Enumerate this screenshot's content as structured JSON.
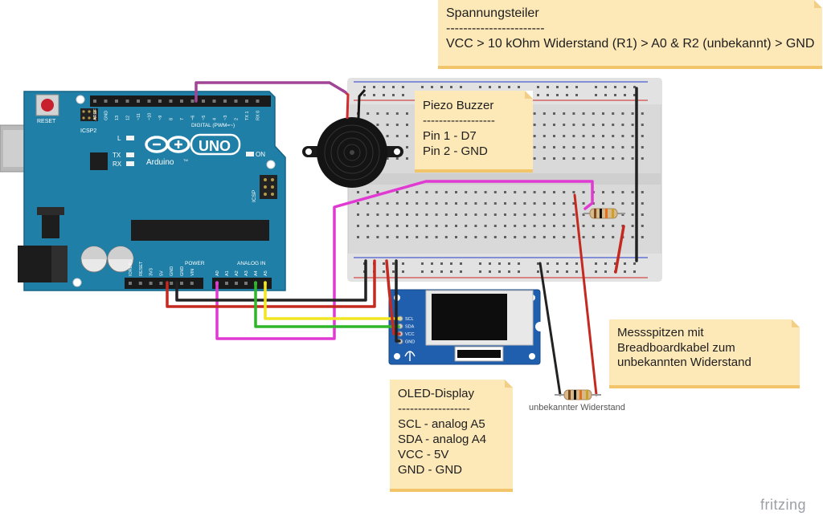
{
  "notes": {
    "spannungsteiler": {
      "title": "Spannungsteiler",
      "divider": "-----------------------",
      "text": "VCC > 10 kOhm Widerstand (R1) > A0 & R2 (unbekannt) > GND"
    },
    "piezo": {
      "title": "Piezo Buzzer",
      "divider": "------------------",
      "pin1": "Pin 1 - D7",
      "pin2": "Pin 2 - GND"
    },
    "oled": {
      "title": "OLED-Display",
      "divider": "------------------",
      "scl": "SCL - analog A5",
      "sda": "SDA - analog A4",
      "vcc": "VCC - 5V",
      "gnd": "GND - GND"
    },
    "messspitzen": {
      "line1": "Messspitzen mit",
      "line2": "Breadboardkabel zum",
      "line3": "unbekannten Widerstand"
    }
  },
  "resistor_caption": "unbekannter Widerstand",
  "logo": "fritzing",
  "arduino": {
    "logo_text": "UNO",
    "brand": "Arduino",
    "trademark": "TM",
    "reset_label": "RESET",
    "icsp2_label": "ICSP2",
    "icsp_label": "ICSP",
    "digital_label": "DIGITAL (PWM=~)",
    "power_label": "POWER",
    "analog_label": "ANALOG IN",
    "on_label": "ON",
    "led_labels": [
      "L",
      "TX",
      "RX"
    ],
    "digital_pins": [
      "AREF",
      "GND",
      "13",
      "12",
      "~11",
      "~10",
      "~9",
      "8",
      "7",
      "~6",
      "~5",
      "4",
      "~3",
      "2",
      "TX 1",
      "RX 0"
    ],
    "power_pins": [
      "IOREF",
      "RESET",
      "3V3",
      "5V",
      "GND",
      "GND",
      "VIN"
    ],
    "analog_pins": [
      "A0",
      "A1",
      "A2",
      "A3",
      "A4",
      "A5"
    ]
  },
  "oled_pins": [
    "SCL",
    "SDA",
    "VCC",
    "GND"
  ],
  "colors": {
    "arduino_board": "#1f7fa6",
    "wire_magenta": "#e03ad3",
    "wire_purple": "#a04596",
    "wire_red": "#c42a20",
    "wire_black": "#222222",
    "wire_yellow": "#f2e622",
    "wire_green": "#2fb52a",
    "note_fill": "#fde8b8",
    "oled_board": "#1f5fae"
  }
}
